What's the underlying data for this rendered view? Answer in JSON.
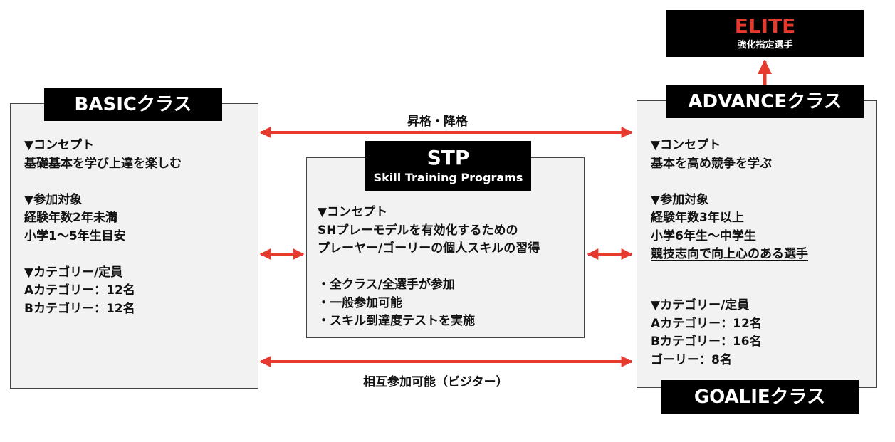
{
  "colors": {
    "arrow": "#e63a2e",
    "elite_title": "#e63a2e",
    "label_bg": "#000000",
    "panel_bg": "#f2f2f2"
  },
  "elite": {
    "title": "ELITE",
    "subtitle": "強化指定選手"
  },
  "basic": {
    "label": "BASICクラス",
    "concept_heading": "▼コンセプト",
    "concept": "基礎基本を学び上達を楽しむ",
    "target_heading": "▼参加対象",
    "target": [
      "経験年数2年未満",
      "小学1～5年生目安"
    ],
    "category_heading": "▼カテゴリー/定員",
    "categories": [
      "Aカテゴリー：12名",
      "Bカテゴリー：12名"
    ]
  },
  "stp": {
    "title": "STP",
    "subtitle": "Skill Training Programs",
    "concept_heading": "▼コンセプト",
    "concept": [
      "SHプレーモデルを有効化するための",
      "プレーヤー/ゴーリーの個人スキルの習得"
    ],
    "bullets": [
      "・全クラス/全選手が参加",
      "・一般参加可能",
      "・スキル到達度テストを実施"
    ]
  },
  "advance": {
    "label": "ADVANCEクラス",
    "concept_heading": "▼コンセプト",
    "concept": "基本を高め競争を学ぶ",
    "target_heading": "▼参加対象",
    "target": [
      "経験年数3年以上",
      "小学6年生～中学生"
    ],
    "target_highlight": "競技志向で向上心のある選手",
    "category_heading": "▼カテゴリー/定員",
    "categories": [
      "Aカテゴリー：12名",
      "Bカテゴリー：16名",
      "ゴーリー：8名"
    ]
  },
  "goalie": {
    "label": "GOALIEクラス"
  },
  "arrows": {
    "promotion_label": "昇格・降格",
    "visitor_label": "相互参加可能（ビジター）"
  }
}
